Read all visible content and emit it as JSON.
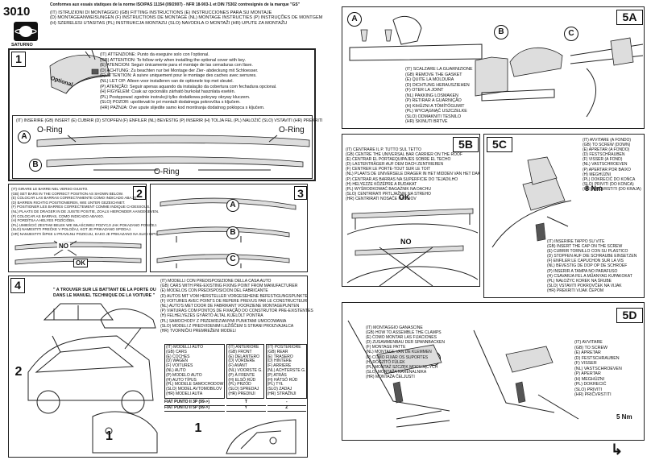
{
  "header": {
    "model": "3010",
    "brand": "SATURNO",
    "lines": [
      "Conformes aux essais statiques de la norme ISO/PAS 11154 (09/2007) - NFR 18-903-1 et DIN 75302 contresignés de la marque \"GS\"",
      "(IT) ISTRUZIONI DI MONTAGGIO (GB) FITTING INSTRUCTIONS (E) INSTRUCCIONES PARA SU MONTAJE",
      "(D) MONTAGEANWEISUNGEN (F) INSTRUCTIONS DE MONTAGE (NL) MONTAGE INSTRUCTIES (P) INSTRUÇÕES DE MONTGEM",
      "(H) SZERELESI UTASITAS (PL) INSTRUKCJA MONTAZU (SLO) NAVODILA O MONTAŽI (HR) UPUTE ZA MONTAŽU"
    ]
  },
  "step1": {
    "number": "1",
    "optional_label": "Optional",
    "warnings": [
      "(IT) ATTENZIONE: Punto da eseguire solo con l'optional.",
      "(GB) ATTENTION: To follow only when installing the optional cover with key.",
      "(E) ATENCION: Seguir únicamente para el montaje de las cerraduras con llave.",
      "(D) ACHTUNG: Zu beachten nur bei Montage der Zier- abdeckung mit Schloesser.",
      "(F) ATTENTION: A suivre uniquement pour le montage des caches avec serrures.",
      "(NL) LET OP: Alleen voor installeren van de optionele top met sleutel.",
      "(P) ATENÇÃO: Seguir apenas aquando da instalação da cobertura com fechadura opcional.",
      "(H) FIGYELEM: Csak az opcionális zárható burkolat hasznlata esetén.",
      "(PL) Postępować zgodnie instrukcji tylko dodatkowa pokrywy okrywy kluczem.",
      "(SLO) POZOR: upoštevati le pri montaži dodatnega pokrovčka s ključem.",
      "(HR) PAŽNJA: Ove upute slijedite samo kod montiranja dodatnog poklopca s ključem."
    ],
    "insert_line": "(IT) INSERIRE (GB) INSERT (E) CUBRIR (D) STOPFEN (F) ENFILER (NL) BEVESTIG (P) INSERIR (H) TOLJA FEL (PL) NALOŻIĆ (SLO) VSTAVITI (HR) PREKRITI",
    "label_a": "A",
    "label_b": "B",
    "oring": "O-Ring"
  },
  "step2": {
    "number": "2",
    "lines": [
      "(IT) GIRARE LE BARRE NEL VERSO GIUSTO.",
      "(GB) SET BARS IN THE CORRECT POSITION AS SHOWN BELOW.",
      "(E) COLOCAR LAS BARRAS CORRECTAMENTE COMO INDICADO ABAJO.",
      "(D) BARREN RICHTIG POSITIONIEREN, WIE UNTER GEZEICHNET.",
      "(F) POSITIONER LES BARRES CORRECTEMENT COMME INDIQUE CI-DESSOUS.",
      "(NL) PLAATS DE DRAGER IN DE JUISTE POSITIE, ZOALS HIERONDER AANGEGEVEN.",
      "(P) COLOCAR AS BARRAS, COMO INDICADO ABAIXO.",
      "(H) FORDÍTSA A HELYES POZÍCIÓBA.",
      "(PL) UMIEŚCIĆ ZESTAW BELEK WE WŁAŚCIWEJ POZYCJI JAK POKAZANO PONIŻEJ.",
      "(SLO) NAMESTITI PREČKE V POLOŽAJ, KOT JE PRIKAZANO SPODAJ.",
      "(HR) NAMJESTITI ŠIPKE U PRAVILNU POZICIJU, KAKO JE PRIKAZANO NA SLICI ISPOD."
    ],
    "no": "NO",
    "ok": "OK"
  },
  "step3": {
    "number": "3",
    "a": "A",
    "b": "B",
    "c": "C"
  },
  "step4": {
    "number": "4",
    "french_note": [
      "\" A TROUVER SUR LE BATTANT DE LA PORTE OU",
      "DANS LE MANUEL TECHNIQUE DE LA VOITURE \""
    ],
    "callout_1": "1",
    "callout_2": "2",
    "models_intro": [
      "(IT) MODELLI CON PREDISPOSIZIONE DELLA CASA AUTO",
      "(GB) CARS WITH PRE-EXISTING FIXING POINT FROM MANUFACTURER",
      "(E) MODELOS CON PREDISPOSICION DEL FABRICANTE",
      "(D) AUTOS MIT VOM HERSTELLER VORGESEHENE BEFESTIGUNGSPUNKTE",
      "(F) VOITURES AVEC POINTS DE REPERE PREVUS PAR LE CONSTRUCTEUR",
      "(NL) AUTO'S MET DOOR DE FABRIKANT VOORZIENE MONTAGEPUNTEN",
      "(P) VIATURAS COM PONTOS DE FIXAÇÃO DO CONSTRUTOR PRE-EXISTENTES",
      "(H) FELHELYEZES GYÁRTÓ ÁLTAL KIJELÖLT PONTRA",
      "(PL) SAMOCHODY Z PRZEWIDZIANYMI PUNKTAMI UMOCOWANIA",
      "(SLO) MODELI Z PREDVIDENIMI LEŽIŠČEM S STRANI PROIZVAJALCA",
      "(HR) TVORNIČKI PREMREŽENI MODELI"
    ],
    "col_model": [
      "(IT) MODELLI AUTO",
      "(GB) CARS",
      "(E) COCHES",
      "(D) WAGEN",
      "(F) VOITURES",
      "(NL) AUTO",
      "(P) MODELO AUTO",
      "(H) AUTO TÍPUS",
      "(PL) MODELE SAMOCHODOW",
      "(SLO) MODEL AVTOMOBILOV",
      "(HR) MODELI AUTA"
    ],
    "col_front": [
      "(IT) ANTERIORE",
      "(GB) FRONT",
      "(E) DELANTERO",
      "(D) VORDERE",
      "(F) AVANT",
      "(NL) VOORSTE G.",
      "(P) À FRENTE",
      "(H) ELSŐ RÚD",
      "(PL) PRZÓD",
      "(SLO) SPREDAJ",
      "(HR) PREDNJI"
    ],
    "col_rear": [
      "(IT) POSTERIORE",
      "(GB) REAR",
      "(E) TRASERO",
      "(D) HINTERE",
      "(F) ARRIERE",
      "(NL) ACHTERSTE G.",
      "(P) ATRÁS",
      "(H) HÁTSÓ RÚD",
      "(PL) TYŁ",
      "(SLO) ZADAJ",
      "(HR) STRAŽNJI"
    ],
    "table_rows": [
      {
        "model": "FIAT PUNTO II 3P (99->)",
        "front": "T",
        "rear": "-"
      },
      {
        "model": "FIAT PUNTO II 5P (99->)",
        "front": "Y",
        "rear": "Z"
      }
    ]
  },
  "step5a": {
    "number": "5A",
    "a": "A",
    "b": "B",
    "c": "C",
    "lines": [
      "(IT) SCALZARE LA GUARNIZIONE",
      "(GB) REMOVE THE GASKET",
      "(E) QUITE LA MOLDURA",
      "(D) DICHTUNG HERAUSZIEHEN",
      "(F) OTER LA JOINT",
      "(NL) PAKKING LOSMAKEN",
      "(P) RETIRAR A GUARNIÇÃO",
      "(H) KIHÚZNI A TÖMÍTŐGUMIT",
      "(PL) WYCIĄGNĄĆ USZCZELKE",
      "(SLO) ODMAKNITI TESNILO",
      "(HR) SKINUTI BRTVE"
    ]
  },
  "step5b": {
    "number": "5B",
    "lines": [
      "(IT) CENTRARE IL P. TUTTO SUL TETTO",
      "(GB) CENTRE THE UNIVERSAL BAR CARRIER ON THE ROOF",
      "(E) CENTRAR EL PORTAEQUIPAJES SOBRE EL TECHO",
      "(D) LASTENTRÄGER AUF DEM DACH ZENTRIEREN",
      "(F) CENTRER LE PORTE-TOUT SUR LE TOIT",
      "(NL) PLAATS DE UNIVERSELE DRAGER IN HET MIDDEN VAN HET DAK",
      "(P) CENTRAR AS BARRAS NA SUPERFICIE DO TEJADILHO",
      "(H) HELYEZZE KÖZÉPRE A RUDAKAT",
      "(PL) WYŚRODKOWAĆ BAGAŻNIK NA DACHU",
      "(SLO) CENTRIRATI PRTLJAŽNIK NA STREHO",
      "(HR) CENTRIRATI NOSAČE NA KROV"
    ],
    "ok": "OK",
    "no": "NO"
  },
  "step5c": {
    "number": "5C",
    "torque": "8 Nm",
    "tighten_lines": [
      "(IT) AVVITARE (A FONDO)",
      "(GB) TO SCREW (DOWN)",
      "(E) APRETAR (A FONDO)",
      "(D) FESTSCHRAUBEN",
      "(F) VISSER (A FOND)",
      "(NL) VASTSCHROEVEN",
      "(P) APERTAR POR BAIXO",
      "(H) MEGHÚZNI",
      "(PL) DOKRECIĆ DO KOŃCA",
      "(SLO) PRIVITI (DO KONCA)",
      "(HR) PRIČVRSTITI (DO KRAJA)"
    ],
    "cap_lines": [
      "(IT) INSERIRE TAPPO SU VITE",
      "(GB) INSERT THE CAP ON THE SCREW",
      "(E) CUBRIR TORNILLO CON SU PLASTICO",
      "(D) STOPFEN AUF DIE SCHRAUBE EINSETZEN",
      "(F) ENFILER LE CAPUCHON SUR LA VIS",
      "(NL) BEVESTIG DE DOP OP DE SCHROEF",
      "(P) INSERIR A TAMPA NO PARAFUSO",
      "(H) CSAVARJA FEL A MŰANYAG KUPAKOKAT",
      "(PL) NAŁOŻYC KOREK NA ŚRUBE",
      "(SLO) VSTAVITI POKROVČEK NA VIJAK",
      "(HR) PREKRITI VIJAK ČEPOM"
    ]
  },
  "step5d": {
    "number": "5D",
    "a": "A",
    "b": "B",
    "torque": "5 Nm",
    "clamp_lines": [
      "(IT) MONTAGGIO GANASCINE",
      "(GB) HOW TO ASSEMBLE THE CLAMPS",
      "(E) COMO MONTAR LAS FIJACIONES",
      "(D) ZUSAMMENBAU DER SPANNBACKEN",
      "(F) MONTAGE PATTE",
      "(NL) MONTAGE VAN DE KLEMMEN",
      "(P) COMO FIXAR OS SUPORTES",
      "(H) RÖGZÍTŐ FÜLEK",
      "(PL) MONTAŻ SZCZĘK MOCUJĄCYCH",
      "(SLO) MONTAŽA NARENALNIKA",
      "(HR) MONTAŽA ČELJUSTI"
    ],
    "screw_lines": [
      "(IT) AVVITARE",
      "(GB) TO SCREW",
      "(E) APRETAR",
      "(D) FESTSCHRAUBEN",
      "(F) VISSER",
      "(NL) VASTSCHROEVEN",
      "(P) APERTAR",
      "(H) MEGHÚZNI",
      "(PL) DOKRECIĆ",
      "(SLO) PRIVITI",
      "(HR) PRIČVRSTITI"
    ]
  },
  "footer": {
    "turn_arrow": "↳"
  }
}
